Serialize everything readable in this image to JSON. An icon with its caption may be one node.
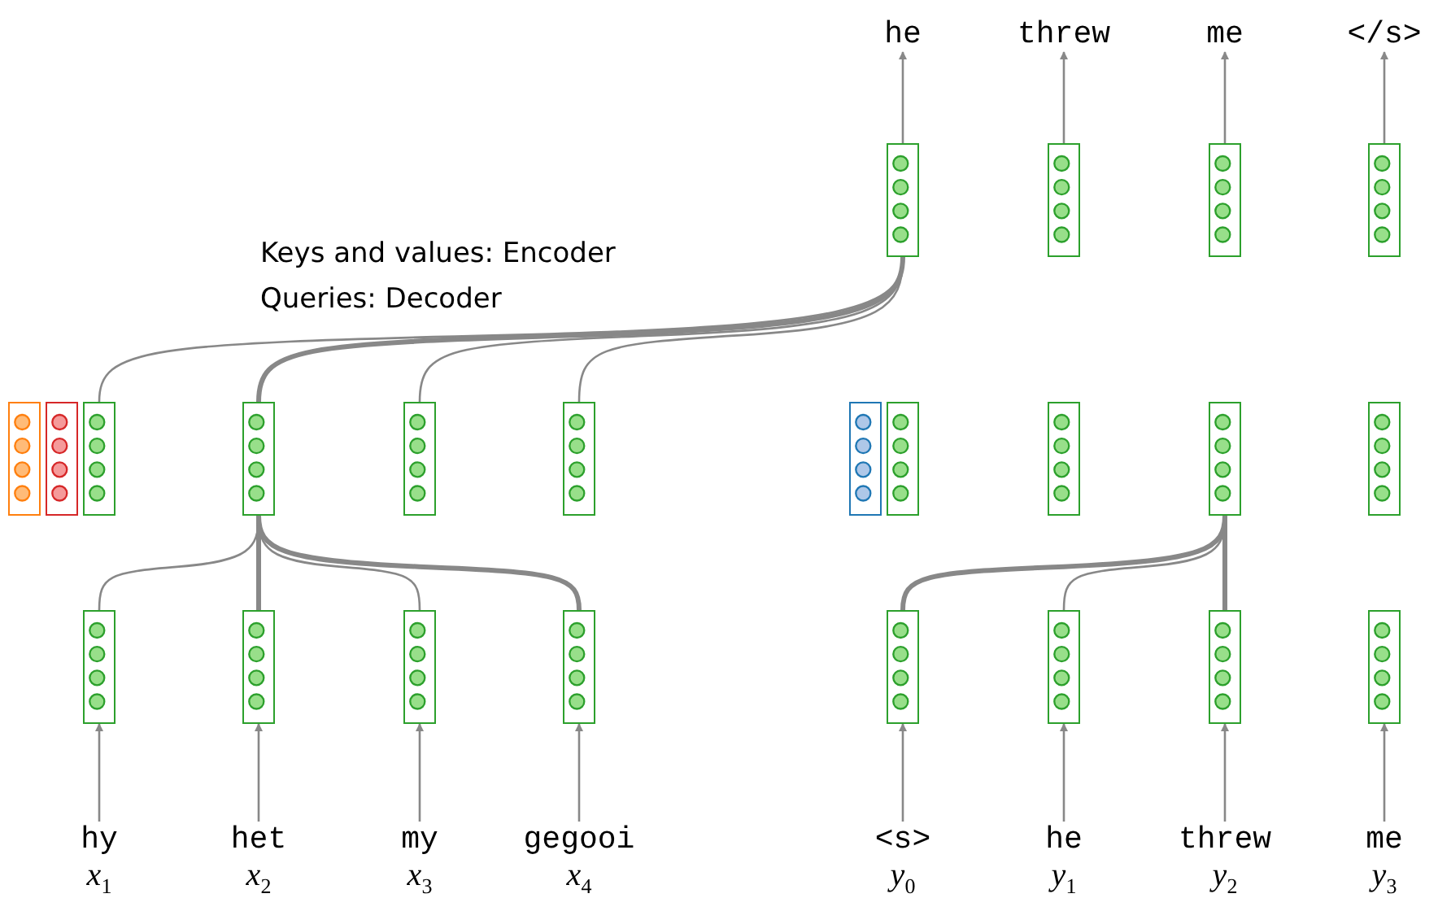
{
  "diagram": {
    "nodes": [
      {
        "text": [
          "he"
        ]
      },
      {
        "text": [
          "threw"
        ]
      },
      {
        "text": [
          "me"
        ]
      },
      {
        "text": [
          "</s>"
        ]
      },
      {
        "text": [],
        "shape": "box"
      },
      {
        "text": [],
        "shape": "box"
      },
      {
        "text": [],
        "shape": "box"
      },
      {
        "text": [],
        "shape": "box"
      },
      {
        "text": [],
        "shape": "box"
      },
      {
        "text": [],
        "shape": "box"
      },
      {
        "text": [],
        "shape": "box"
      },
      {
        "text": [],
        "shape": "box"
      },
      {
        "text": [],
        "shape": "box"
      },
      {
        "text": [],
        "shape": "box"
      },
      {
        "text": [],
        "shape": "box"
      },
      {
        "text": [],
        "shape": "box"
      },
      {
        "text": [],
        "shape": "box"
      },
      {
        "text": [],
        "shape": "box"
      },
      {
        "text": [],
        "shape": "box"
      },
      {
        "text": [],
        "shape": "box"
      },
      {
        "text": [],
        "shape": "box"
      },
      {
        "text": [],
        "shape": "box"
      },
      {
        "text": [],
        "shape": "box"
      },
      {
        "text": [],
        "shape": "box"
      },
      {
        "text": [],
        "shape": "box"
      },
      {
        "text": [],
        "shape": "box"
      },
      {
        "text": [],
        "shape": "box"
      },
      {
        "text": [
          "hy",
          "*x*$_{1}$"
        ]
      },
      {
        "text": [
          "het",
          "*x*$_{2}$"
        ]
      },
      {
        "text": [
          "my",
          "*x*$_{3}$"
        ]
      },
      {
        "text": [
          "gegooi",
          "*x*$_{4}$"
        ]
      },
      {
        "text": [
          "<s>",
          "*y*$_{0}$"
        ]
      },
      {
        "text": [
          "he",
          "*y*$_{1}$"
        ]
      },
      {
        "text": [
          "threw",
          "*y*$_{2}$"
        ]
      },
      {
        "text": [
          "me",
          "*y*$_{3}$"
        ]
      }
    ],
    "edges": [
      {
        "from": 27,
        "to": 19,
        "arrow": "to"
      },
      {
        "from": 28,
        "to": 20,
        "arrow": "to"
      },
      {
        "from": 29,
        "to": 21,
        "arrow": "to"
      },
      {
        "from": 30,
        "to": 22,
        "arrow": "to"
      },
      {
        "from": 31,
        "to": 23,
        "arrow": "to"
      },
      {
        "from": 32,
        "to": 24,
        "arrow": "to"
      },
      {
        "from": 33,
        "to": 25,
        "arrow": "to"
      },
      {
        "from": 34,
        "to": 26,
        "arrow": "to"
      },
      {
        "from": 4,
        "to": 0,
        "arrow": "to"
      },
      {
        "from": 5,
        "to": 1,
        "arrow": "to"
      },
      {
        "from": 6,
        "to": 2,
        "arrow": "to"
      },
      {
        "from": 7,
        "to": 3,
        "arrow": "to"
      },
      {
        "from": 19,
        "to": 11,
        "arrow": "none"
      },
      {
        "from": 20,
        "to": 11,
        "arrow": "none",
        "style": "thick"
      },
      {
        "from": 21,
        "to": 11,
        "arrow": "none"
      },
      {
        "from": 22,
        "to": 11,
        "arrow": "none",
        "style": "thick"
      },
      {
        "from": 23,
        "to": 17,
        "arrow": "none",
        "style": "thick"
      },
      {
        "from": 24,
        "to": 17,
        "arrow": "none"
      },
      {
        "from": 25,
        "to": 17,
        "arrow": "none",
        "style": "thick"
      },
      {
        "from": 10,
        "to": 4,
        "arrow": "none"
      },
      {
        "from": 11,
        "to": 4,
        "arrow": "none",
        "style": "thick"
      },
      {
        "from": 12,
        "to": 4,
        "arrow": "none"
      },
      {
        "from": 13,
        "to": 4,
        "arrow": "none"
      }
    ],
    "labels": [
      "Keys and values: Encoder",
      "Queries: Decoder"
    ]
  }
}
